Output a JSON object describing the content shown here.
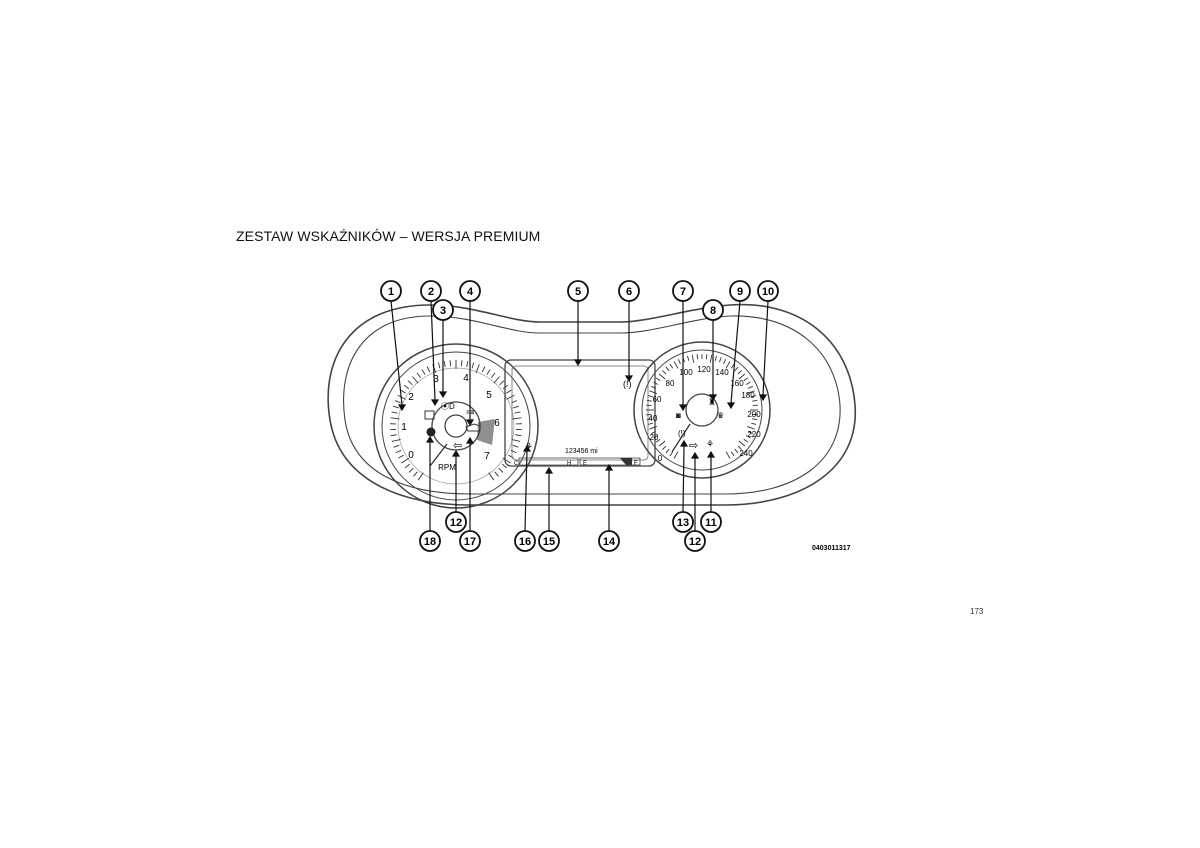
{
  "page": {
    "heading": "ZESTAW WSKAŹNIKÓW – WERSJA PREMIUM",
    "page_number": "173"
  },
  "figure": {
    "code": "0403011317",
    "callouts": {
      "c1": "1",
      "c2": "2",
      "c3": "3",
      "c4": "4",
      "c5": "5",
      "c6": "6",
      "c7": "7",
      "c8": "8",
      "c9": "9",
      "c10": "10",
      "c11": "11",
      "c12a": "12",
      "c12b": "12",
      "c13": "13",
      "c14": "14",
      "c15": "15",
      "c16": "16",
      "c17": "17",
      "c18": "18"
    },
    "tachometer": {
      "labels": [
        "0",
        "1",
        "2",
        "3",
        "4",
        "5",
        "6",
        "7"
      ],
      "unit": "RPM"
    },
    "speedometer": {
      "labels": [
        "0",
        "20",
        "40",
        "60",
        "80",
        "100",
        "120",
        "140",
        "160",
        "180",
        "200",
        "220",
        "240"
      ]
    },
    "center": {
      "odometer": "123456 mi",
      "temp_low": "C",
      "temp_high": "H",
      "fuel_empty": "E",
      "fuel_full": "F"
    },
    "icon_names": [
      "seatbelt-icon",
      "engine-icon",
      "turn-left-icon",
      "turn-right-icon",
      "parking-brake-icon",
      "airbag-icon",
      "battery-icon",
      "esc-icon",
      "fog-light-icon",
      "high-beam-icon",
      "tire-pressure-icon"
    ]
  }
}
